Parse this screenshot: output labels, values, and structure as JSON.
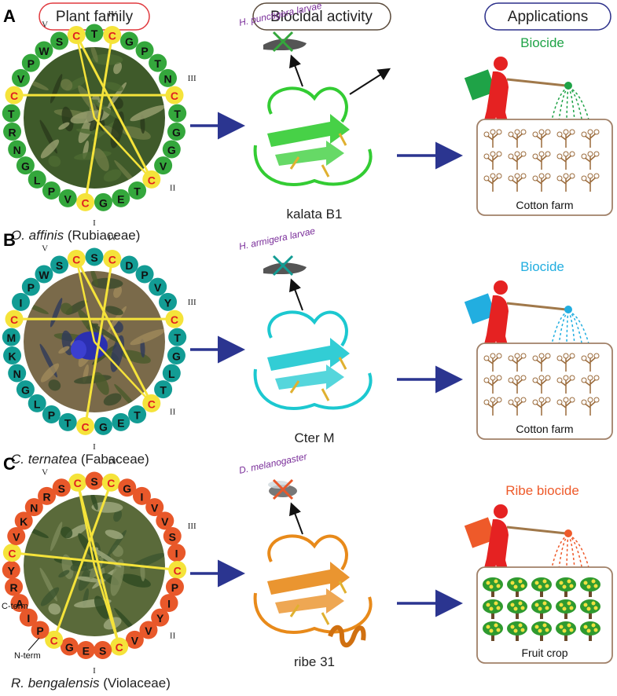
{
  "headers": {
    "plant_family": "Plant family",
    "biocidal_activity": "Biocidal activity",
    "applications": "Applications"
  },
  "colors": {
    "plant_family_border": "#e0393e",
    "biocidal_border": "#5a4a3a",
    "applications_border": "#2b2f8a",
    "arrow": "#2b3590",
    "cys_fill": "#f5e33a",
    "cys_text": "#e02020",
    "disulfide": "#f5e33a",
    "sprayer": "#e52222",
    "farm_border": "#a08068"
  },
  "panels": [
    {
      "letter": "A",
      "residue_color": "#34a73c",
      "species_italic": "O. affinis",
      "family": "(Rubiaceae)",
      "peptide": "kalata B1",
      "target": "H. punctigera larvae",
      "application": "Biocide",
      "application_color": "#1fa347",
      "tank_color": "#1fa347",
      "crop": "Cotton farm",
      "crop_type": "cotton",
      "protein_color": "#33cc33",
      "roman_labels": [
        "V",
        "IV",
        "III",
        "II",
        "I",
        "VI"
      ]
    },
    {
      "letter": "B",
      "residue_color": "#129c94",
      "species_italic": "C. ternatea",
      "family": "(Fabaceae)",
      "peptide": "Cter M",
      "target": "H. armigera larvae",
      "application": "Biocide",
      "application_color": "#22aee0",
      "tank_color": "#22aee0",
      "crop": "Cotton farm",
      "crop_type": "cotton",
      "protein_color": "#1cc8d0",
      "roman_labels": [
        "V",
        "IV",
        "III",
        "II",
        "I",
        "VI"
      ]
    },
    {
      "letter": "C",
      "residue_color": "#e8582a",
      "species_italic": "R. bengalensis",
      "family": "(Violaceae)",
      "peptide": "ribe 31",
      "target": "D. melanogaster",
      "application": "Ribe biocide",
      "application_color": "#ee5a2a",
      "tank_color": "#ee5a2a",
      "crop": "Fruit crop",
      "crop_type": "fruit",
      "protein_color": "#e88a1a",
      "roman_labels": [
        "V",
        "IV",
        "III",
        "II",
        "I",
        "VI"
      ],
      "c_term": "C-term",
      "n_term": "N-term"
    }
  ],
  "rings": [
    [
      "C",
      "T",
      "C",
      "G",
      "P",
      "T",
      "N",
      "C",
      "T",
      "G",
      "G",
      "V",
      "C",
      "T",
      "E",
      "G",
      "C",
      "V",
      "P",
      "L",
      "G",
      "N",
      "R",
      "T",
      "C",
      "V",
      "P",
      "W",
      "S"
    ],
    [
      "C",
      "S",
      "C",
      "D",
      "P",
      "V",
      "Y",
      "C",
      "T",
      "G",
      "L",
      "T",
      "C",
      "T",
      "E",
      "G",
      "C",
      "T",
      "P",
      "L",
      "G",
      "N",
      "K",
      "M",
      "C",
      "I",
      "P",
      "W",
      "S"
    ],
    [
      "C",
      "S",
      "C",
      "G",
      "I",
      "V",
      "V",
      "S",
      "I",
      "C",
      "P",
      "I",
      "Y",
      "V",
      "V",
      "C",
      "S",
      "E",
      "G",
      "C",
      "P",
      "I",
      "A",
      "R",
      "Y",
      "C",
      "V",
      "K",
      "N",
      "R",
      "S"
    ]
  ]
}
